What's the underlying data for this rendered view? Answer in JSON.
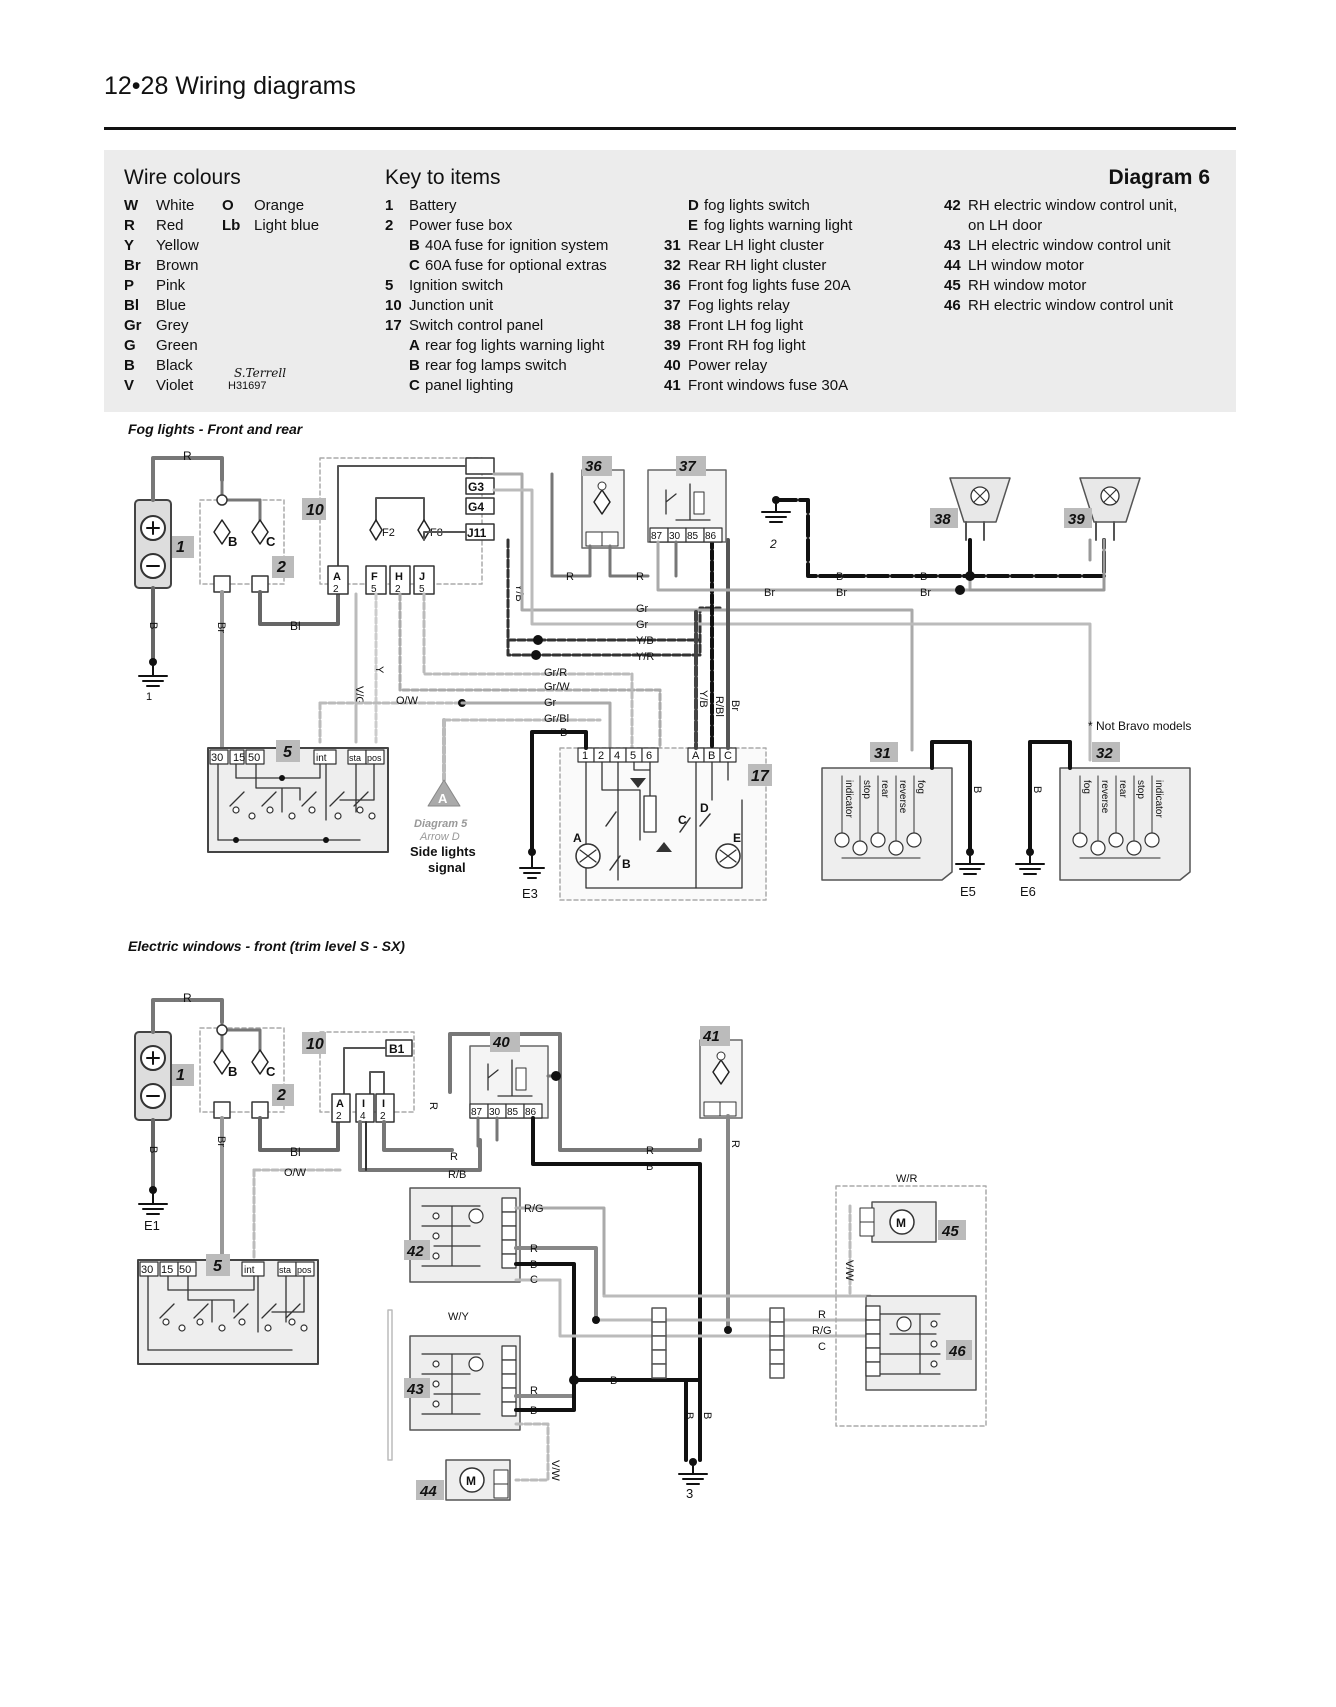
{
  "header": {
    "page": "12•28",
    "title": "Wiring diagrams"
  },
  "key_panel": {
    "wire_colours_title": "Wire colours",
    "key_title": "Key to items",
    "diagram_label": "Diagram 6",
    "signature": "H31697",
    "wire_colours": [
      {
        "code": "W",
        "name": "White"
      },
      {
        "code": "R",
        "name": "Red"
      },
      {
        "code": "Y",
        "name": "Yellow"
      },
      {
        "code": "Br",
        "name": "Brown"
      },
      {
        "code": "P",
        "name": "Pink"
      },
      {
        "code": "Bl",
        "name": "Blue"
      },
      {
        "code": "Gr",
        "name": "Grey"
      },
      {
        "code": "G",
        "name": "Green"
      },
      {
        "code": "B",
        "name": "Black"
      },
      {
        "code": "V",
        "name": "Violet"
      }
    ],
    "wire_colours_b": [
      {
        "code": "O",
        "name": "Orange"
      },
      {
        "code": "Lb",
        "name": "Light blue"
      }
    ],
    "items_col1": [
      {
        "num": "1",
        "text": "Battery"
      },
      {
        "num": "2",
        "text": "Power fuse box"
      },
      {
        "sub": "B",
        "text": "40A fuse for ignition system"
      },
      {
        "sub": "C",
        "text": "60A fuse for optional extras"
      },
      {
        "num": "5",
        "text": "Ignition switch"
      },
      {
        "num": "10",
        "text": "Junction unit"
      },
      {
        "num": "17",
        "text": "Switch control panel"
      },
      {
        "sub": "A",
        "text": "rear fog lights warning light"
      },
      {
        "sub": "B",
        "text": "rear fog lamps switch"
      },
      {
        "sub": "C",
        "text": "panel lighting"
      }
    ],
    "items_col2": [
      {
        "sub": "D",
        "text": "fog lights switch"
      },
      {
        "sub": "E",
        "text": "fog lights warning light"
      },
      {
        "num": "31",
        "text": "Rear LH light cluster"
      },
      {
        "num": "32",
        "text": "Rear RH light cluster"
      },
      {
        "num": "36",
        "text": "Front fog lights fuse 20A"
      },
      {
        "num": "37",
        "text": "Fog lights relay"
      },
      {
        "num": "38",
        "text": "Front LH fog light"
      },
      {
        "num": "39",
        "text": "Front RH fog light"
      },
      {
        "num": "40",
        "text": "Power relay"
      },
      {
        "num": "41",
        "text": "Front windows fuse 30A"
      }
    ],
    "items_col3": [
      {
        "num": "42",
        "text": "RH electric window control unit,"
      },
      {
        "num": "",
        "text": "on LH door"
      },
      {
        "num": "43",
        "text": "LH electric window control unit"
      },
      {
        "num": "44",
        "text": "LH window motor"
      },
      {
        "num": "45",
        "text": "RH window motor"
      },
      {
        "num": "46",
        "text": "RH electric window control unit"
      }
    ]
  },
  "sections": {
    "fog_title": "Fog lights - Front and rear",
    "windows_title": "Electric windows - front (trim level S - SX)"
  },
  "fog": {
    "components": {
      "c1": "1",
      "c2": "2",
      "c10": "10",
      "c5": "5",
      "c17": "17",
      "c36": "36",
      "c37": "37",
      "c38": "38",
      "c39": "39",
      "c31": "31",
      "c32": "32"
    },
    "grounds": {
      "battery": "1",
      "relay": "2",
      "e3": "E3",
      "e5": "E5",
      "e6": "E6"
    },
    "pins": {
      "b": "B",
      "c": "C",
      "g3": "G3",
      "g4": "G4",
      "f2": "F2",
      "f8": "F8",
      "j11": "J11",
      "a2_l": "A",
      "a2_n": "2",
      "f5_l": "F",
      "f5_n": "5",
      "h2_l": "H",
      "h2_n": "2",
      "j5_l": "J",
      "j5_n": "5",
      "ign_30": "30",
      "ign_15": "15",
      "ign_50": "50",
      "ign_int": "int",
      "ign_sta": "sta",
      "ign_pos": "pos",
      "r87": "87",
      "r30": "30",
      "r85": "85",
      "r86": "86",
      "p17_1": "1",
      "p17_2": "2",
      "p17_4": "4",
      "p17_5": "5",
      "p17_6": "6",
      "p17_a": "A",
      "p17_b": "B",
      "p17_c": "C"
    },
    "wires": {
      "r": "R",
      "bl": "Bl",
      "b": "B",
      "br": "Br",
      "gr": "Gr",
      "yb": "Y/B",
      "yr": "Y/R",
      "grr": "Gr/R",
      "grw": "Gr/W",
      "grbl": "Gr/Bl",
      "ow": "O/W",
      "vg": "V/G",
      "y": "Y",
      "rbl": "R/Bl"
    },
    "lamp_labels": [
      "indicator",
      "stop",
      "rear",
      "reverse",
      "fog"
    ],
    "lamp_labels_rh": [
      "fog",
      "reverse",
      "rear",
      "stop",
      "indicator"
    ],
    "sub_labels": [
      "A",
      "B",
      "C",
      "D",
      "E"
    ],
    "note": "* Not Bravo models",
    "diagram5_ref": "Diagram 5",
    "arrow_ref": "Arrow D",
    "side_lights": "Side lights",
    "signal": "signal",
    "arrow_letter": "A"
  },
  "windows": {
    "components": {
      "c1": "1",
      "c2": "2",
      "c10": "10",
      "c5": "5",
      "c40": "40",
      "c41": "41",
      "c42": "42",
      "c43": "43",
      "c44": "44",
      "c45": "45",
      "c46": "46"
    },
    "grounds": {
      "e1": "E1",
      "g3": "3"
    },
    "pins": {
      "b1": "B1",
      "a2_l": "A",
      "a2_n": "2",
      "i4_l": "I",
      "i4_n": "4",
      "i2_l": "I",
      "i2_n": "2",
      "r87": "87",
      "r30": "30",
      "r85": "85",
      "r86": "86",
      "ign_30": "30",
      "ign_15": "15",
      "ign_50": "50",
      "ign_int": "int",
      "ign_sta": "sta",
      "ign_pos": "pos"
    },
    "wires": {
      "r": "R",
      "b": "B",
      "bl": "Bl",
      "br": "Br",
      "ow": "O/W",
      "rb": "R/B",
      "rg": "R/G",
      "c": "C",
      "wr": "W/R",
      "wy": "W/Y",
      "vw": "V/W"
    },
    "motor": "M"
  }
}
